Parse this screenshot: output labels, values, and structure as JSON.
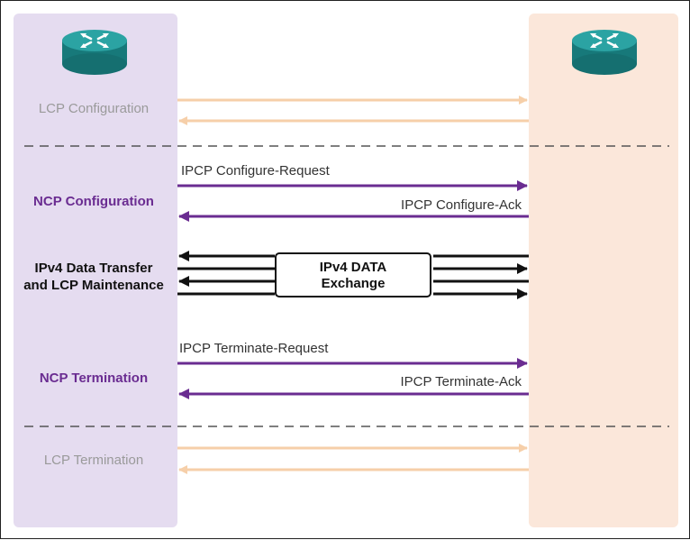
{
  "colors": {
    "left_column": "#e5dcf0",
    "right_column": "#fbe7da",
    "lcp_arrow": "#f6cfa9",
    "ncp_arrow": "#6a2c91",
    "data_arrow": "#111111",
    "router": "#1f8a8a"
  },
  "routers": {
    "left_icon": "router-icon",
    "right_icon": "router-icon"
  },
  "phases": {
    "lcp_configuration": "LCP Configuration",
    "ncp_configuration": "NCP Configuration",
    "data_transfer_line1": "IPv4 Data Transfer",
    "data_transfer_line2": "and LCP Maintenance",
    "ncp_termination": "NCP Termination",
    "lcp_termination": "LCP Termination"
  },
  "messages": {
    "configure_request": "IPCP Configure-Request",
    "configure_ack": "IPCP Configure-Ack",
    "terminate_request": "IPCP Terminate-Request",
    "terminate_ack": "IPCP Terminate-Ack"
  },
  "data_exchange": {
    "line1": "IPv4 DATA",
    "line2": "Exchange"
  }
}
